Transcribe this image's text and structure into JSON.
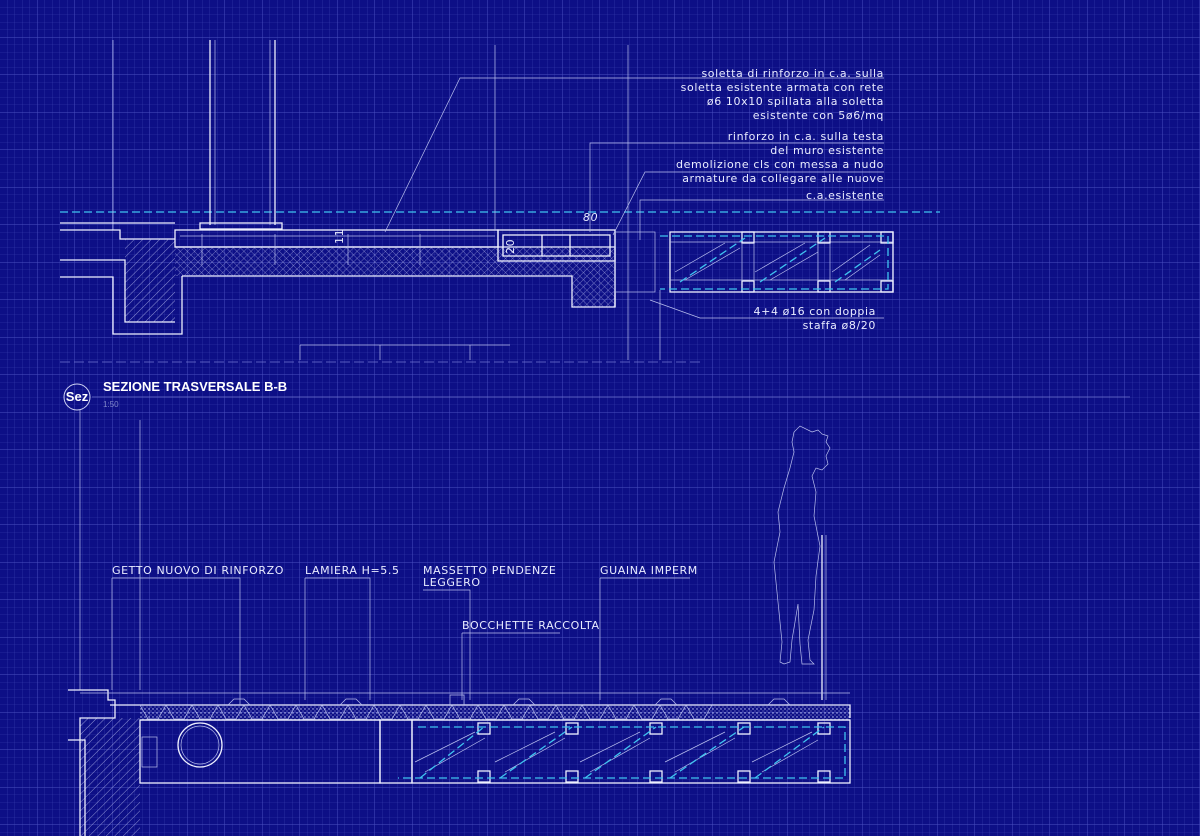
{
  "colors": {
    "background": "#0d0f86",
    "line": "#eef0ff",
    "rebar": "#3fc3f0"
  },
  "upper_section": {
    "notes": [
      "soletta di rinforzo in c.a. sulla",
      "soletta esistente armata con rete",
      "ø6 10x10 spillata alla soletta",
      "esistente con 5ø6/mq",
      "rinforzo in c.a. sulla testa",
      "del muro esistente",
      "demolizione cls con messa a nudo",
      "armature da collegare alle nuove",
      "c.a.esistente"
    ],
    "rebar_note": [
      "4+4 ø16 con doppia",
      "staffa ø8/20"
    ],
    "dimensions": [
      "80",
      "11",
      "20"
    ]
  },
  "section_title": {
    "badge": "Sez",
    "title": "SEZIONE TRASVERSALE B-B",
    "scale": "1:50"
  },
  "lower_section": {
    "labels": {
      "getto": "GETTO NUOVO DI RINFORZO",
      "lamiera": "LAMIERA H=5.5",
      "massetto_1": "MASSETTO PENDENZE",
      "massetto_2": "LEGGERO",
      "bocchette": "BOCCHETTE RACCOLTA",
      "guaina": "GUAINA IMPERM"
    }
  }
}
